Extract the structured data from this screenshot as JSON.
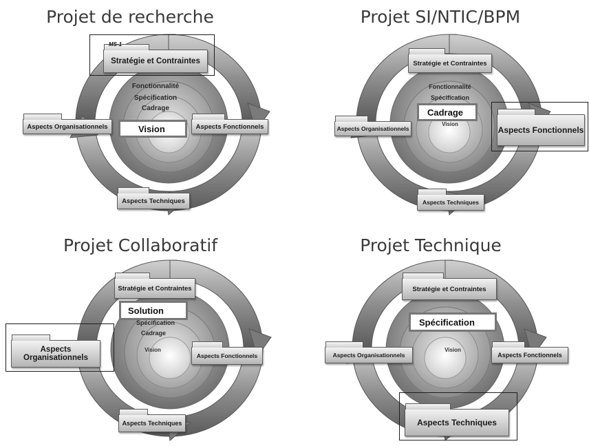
{
  "panels": [
    {
      "title": "Projet de recherche",
      "ring_labels": [
        "Fonctionnalité",
        "Spécification",
        "Cadrage"
      ],
      "highlight": "Vision",
      "milestone": "MS-1",
      "boxes": {
        "top": "Stratégie et Contraintes",
        "left": "Aspects Organisationnels",
        "right": "Aspects Fonctionnels",
        "bottom": "Aspects Techniques"
      }
    },
    {
      "title": "Projet SI/NTIC/BPM",
      "ring_labels": [
        "Fonctionnalité",
        "Spécification",
        "Vision"
      ],
      "highlight": "Cadrage",
      "boxes": {
        "top": "Stratégie et Contraintes",
        "left": "Aspects Organisationnels",
        "right": "Aspects Fonctionnels",
        "bottom": "Aspects Techniques"
      }
    },
    {
      "title": "Projet Collaboratif",
      "ring_labels": [
        "Spécification",
        "Cadrage",
        "Vision"
      ],
      "highlight": "Solution",
      "boxes": {
        "top": "Stratégie et Contraintes",
        "left": "Aspects Organisationnels",
        "right": "Aspects Fonctionnels",
        "bottom": "Aspects Techniques"
      }
    },
    {
      "title": "Projet Technique",
      "ring_labels": [
        "Vision"
      ],
      "highlight": "Spécification",
      "boxes": {
        "top": "Stratégie et Contraintes",
        "left": "Aspects Organisationnels",
        "right": "Aspects Fonctionnels",
        "bottom": "Aspects Techniques"
      }
    }
  ]
}
